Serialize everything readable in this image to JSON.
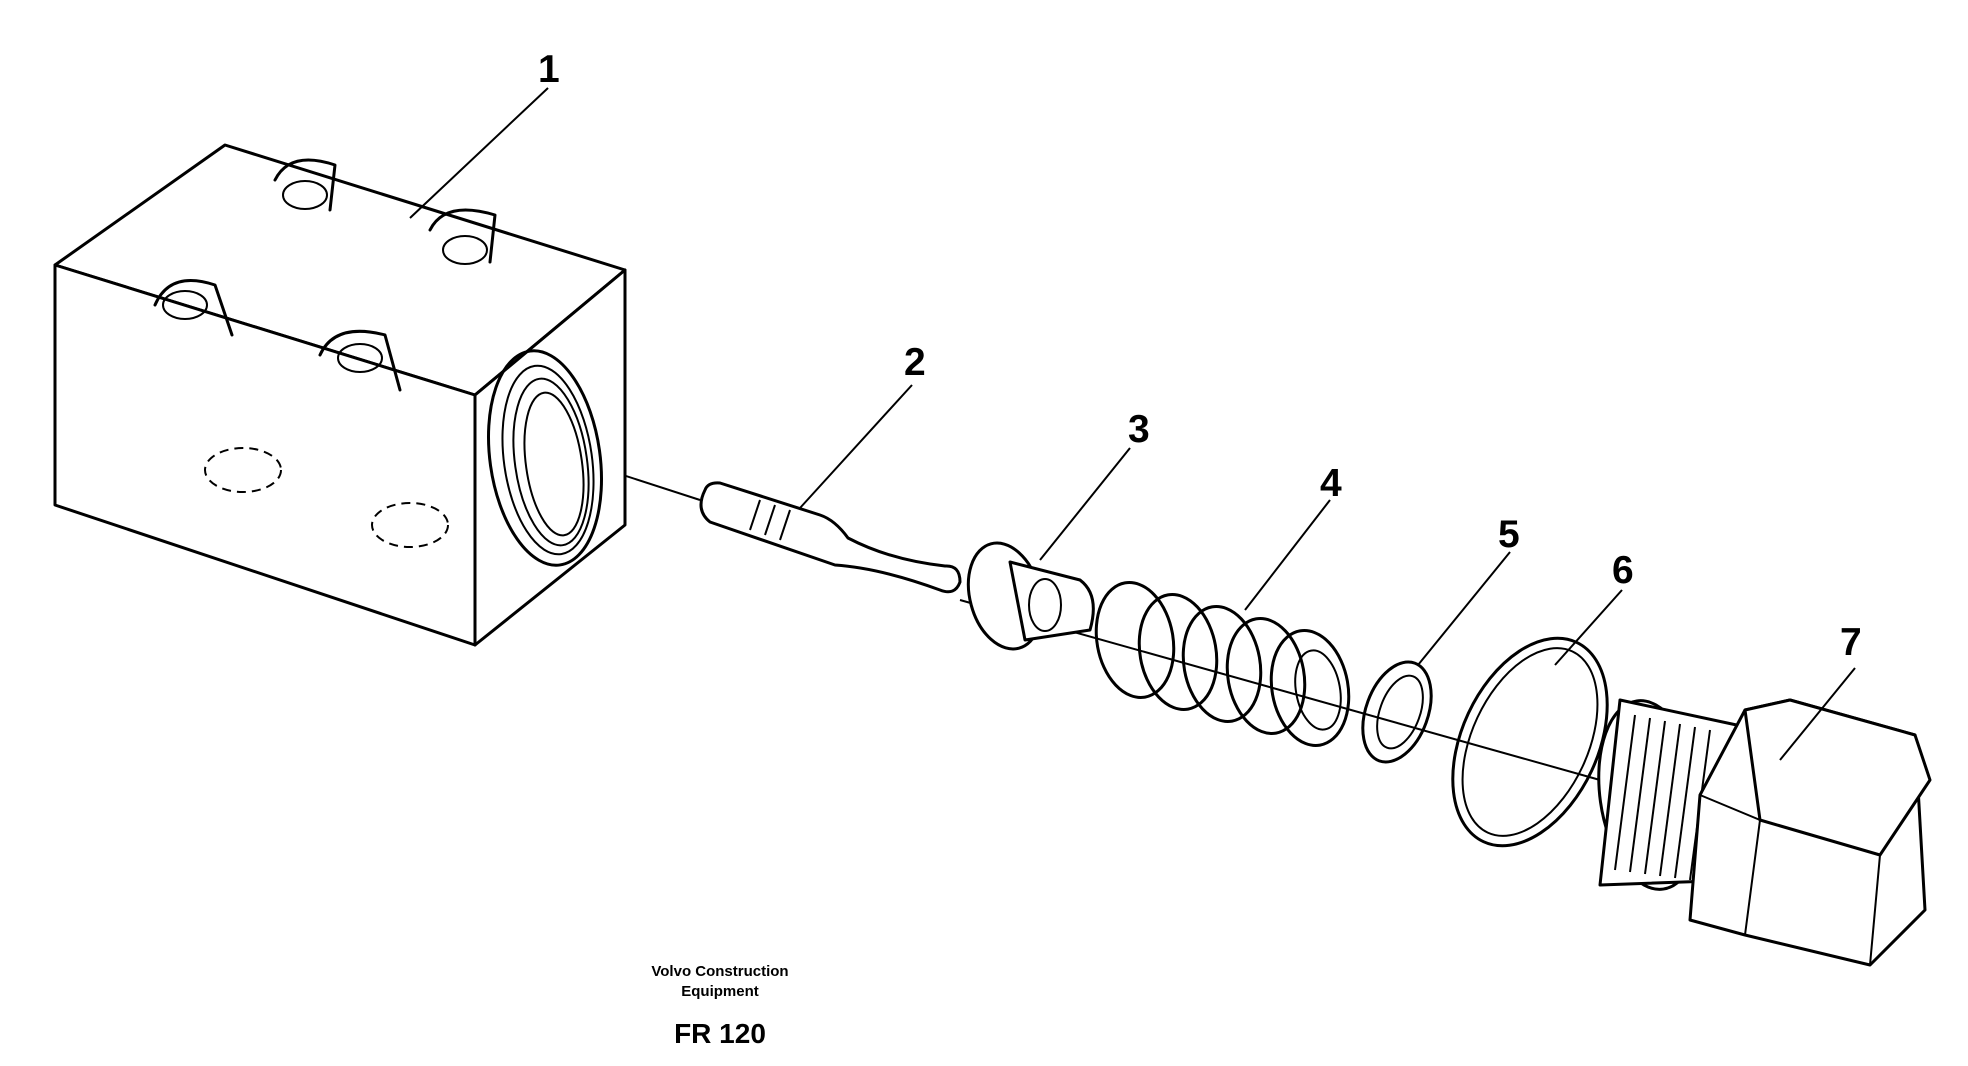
{
  "callouts": [
    {
      "id": "1",
      "label": "1"
    },
    {
      "id": "2",
      "label": "2"
    },
    {
      "id": "3",
      "label": "3"
    },
    {
      "id": "4",
      "label": "4"
    },
    {
      "id": "5",
      "label": "5"
    },
    {
      "id": "6",
      "label": "6"
    },
    {
      "id": "7",
      "label": "7"
    }
  ],
  "footer": {
    "publisher_line1": "Volvo Construction",
    "publisher_line2": "Equipment",
    "drawing_number": "FR 120"
  },
  "parts_shown": [
    {
      "callout": "1",
      "icon": "valve-block-icon"
    },
    {
      "callout": "2",
      "icon": "valve-pin-icon"
    },
    {
      "callout": "3",
      "icon": "valve-seat-icon"
    },
    {
      "callout": "4",
      "icon": "coil-spring-icon"
    },
    {
      "callout": "5",
      "icon": "washer-icon"
    },
    {
      "callout": "6",
      "icon": "o-ring-icon"
    },
    {
      "callout": "7",
      "icon": "hex-plug-icon"
    }
  ],
  "colors": {
    "line": "#000000",
    "background": "#ffffff"
  }
}
